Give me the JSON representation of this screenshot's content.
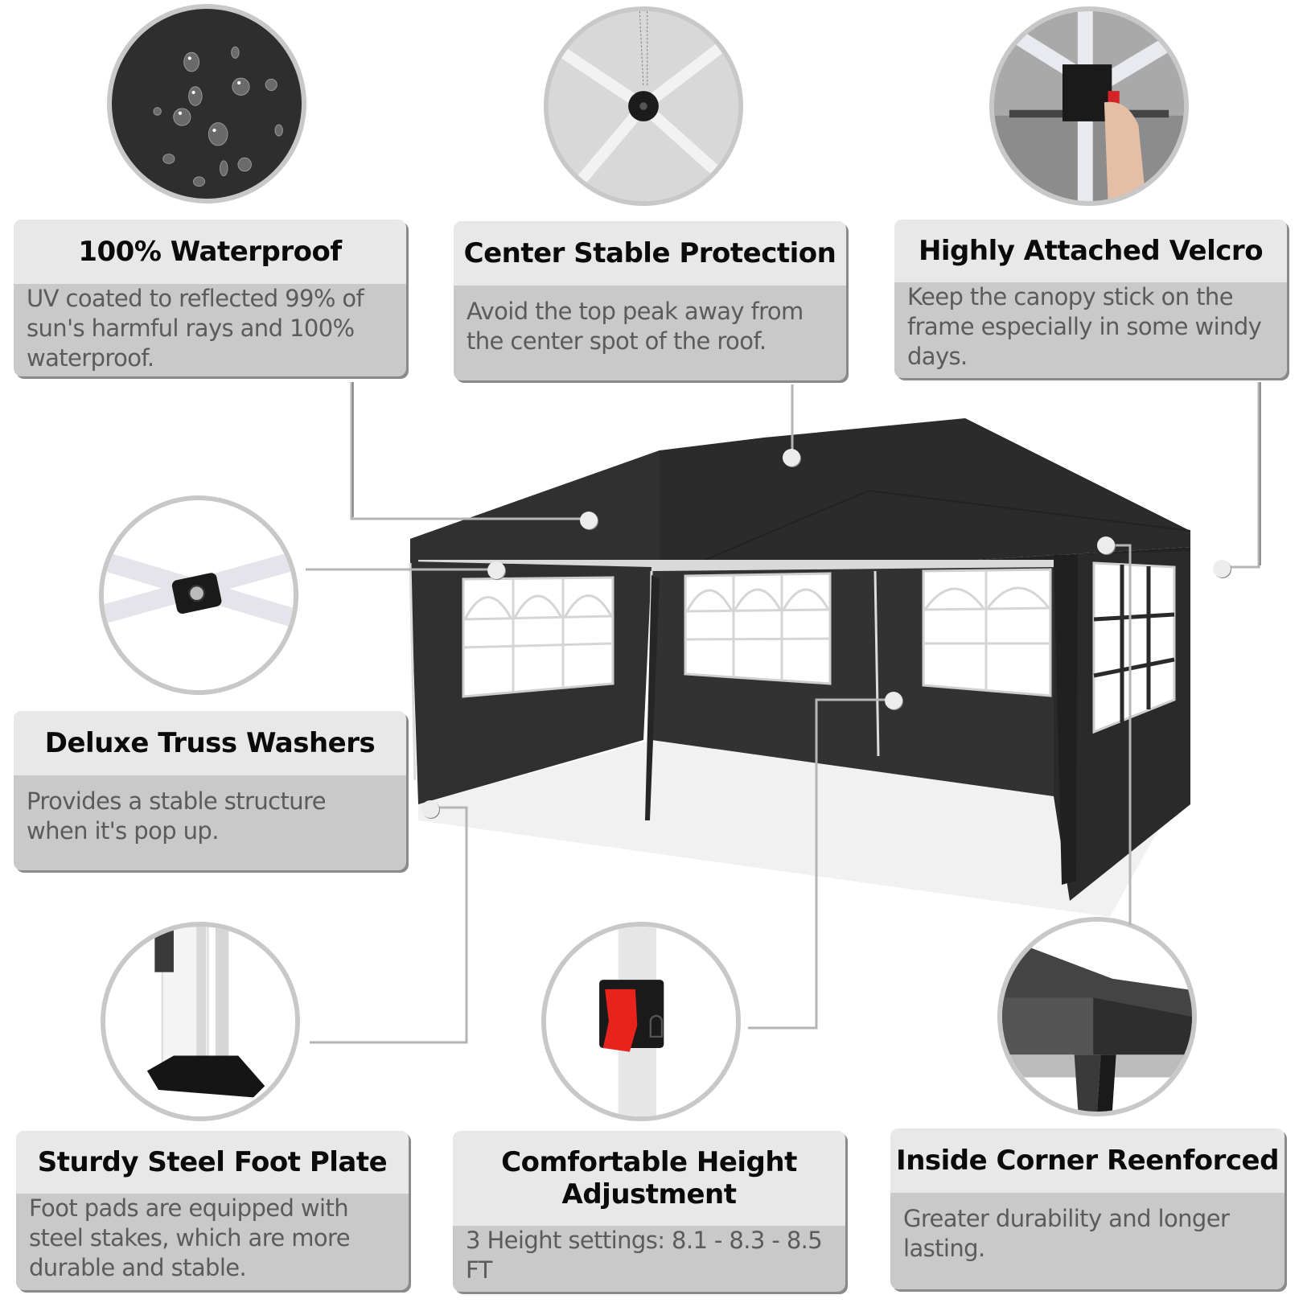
{
  "features": [
    {
      "id": "waterproof",
      "title": "100% Waterproof",
      "description": "UV coated to reflected 99% of sun's harmful rays and 100% waterproof.",
      "image": "water-droplets-on-fabric"
    },
    {
      "id": "center-stable",
      "title": "Center Stable Protection",
      "description": "Avoid the top peak away from the center spot of the roof.",
      "image": "canopy-center-hub"
    },
    {
      "id": "velcro",
      "title": "Highly Attached Velcro",
      "description": "Keep the canopy stick on the frame especially in some windy days.",
      "image": "corner-bracket-with-hand"
    },
    {
      "id": "truss-washers",
      "title": "Deluxe Truss Washers",
      "description": "Provides a stable structure when it's pop up.",
      "image": "truss-crossbar-washer"
    },
    {
      "id": "foot-plate",
      "title": "Sturdy Steel Foot Plate",
      "description": "Foot pads are equipped with steel stakes, which are more durable and stable.",
      "image": "leg-foot-plate"
    },
    {
      "id": "height-adjust",
      "title": "Comfortable Height Adjustment",
      "description": "3 Height settings: 8.1 - 8.3 - 8.5 FT",
      "image": "red-push-button-lock"
    },
    {
      "id": "inside-corner",
      "title": "Inside Corner Reenforced",
      "description": "Greater durability and longer lasting.",
      "image": "canopy-corner"
    }
  ],
  "colors": {
    "tent": "#2b2b2b",
    "tent_dark": "#1c1c1c",
    "box_title_bg": "#e8e8e8",
    "box_desc_bg": "#c9c9c9",
    "circle_border": "#c8c8c8",
    "accent_red": "#e8231c"
  }
}
